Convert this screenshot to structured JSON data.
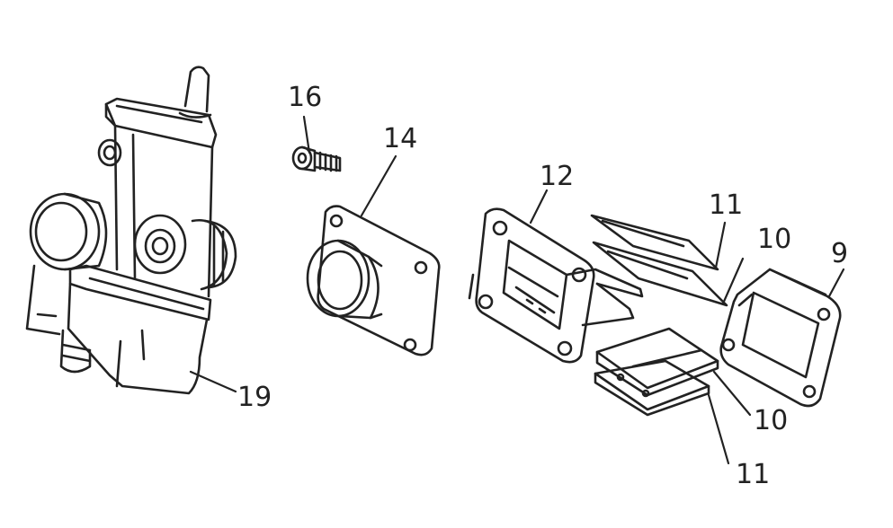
{
  "diagram": {
    "type": "exploded-parts-diagram",
    "colors": {
      "ink": "#222222",
      "background": "#ffffff"
    },
    "callouts": {
      "carburetor": "19",
      "bolt": "16",
      "intake_flange": "14",
      "reed_housing": "12",
      "reed_petal_top": "11",
      "reed_stopper_top": "10",
      "gasket": "9",
      "reed_stopper_bottom": "10",
      "reed_petal_bottom": "11"
    }
  }
}
